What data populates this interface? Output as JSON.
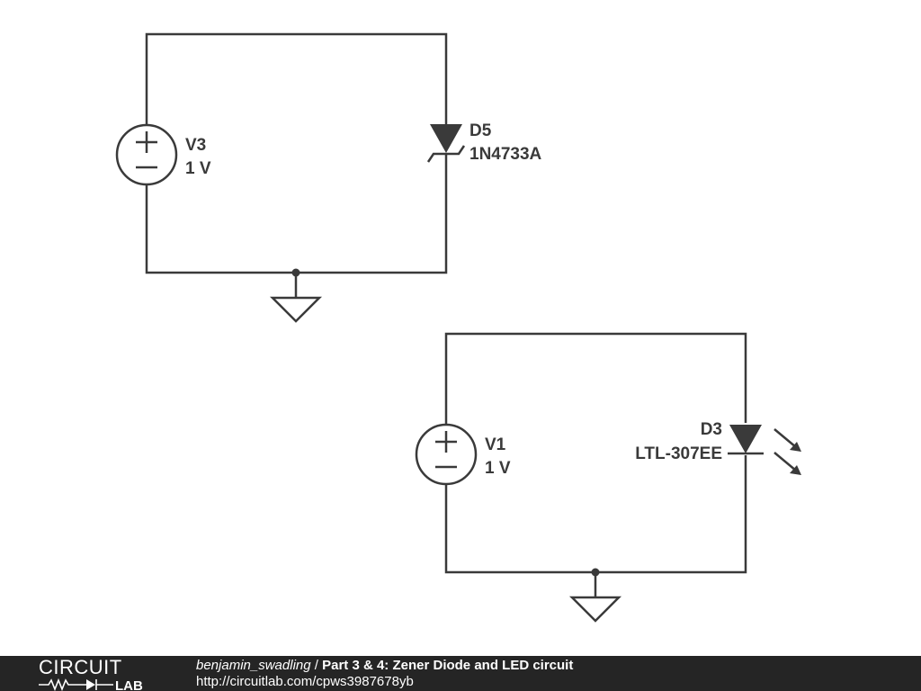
{
  "schematic": {
    "components": [
      {
        "ref": "V3",
        "value": "1 V"
      },
      {
        "ref": "D5",
        "value": "1N4733A"
      },
      {
        "ref": "V1",
        "value": "1 V"
      },
      {
        "ref": "D3",
        "value": "LTL-307EE"
      }
    ],
    "icons": [
      "voltage-source-icon",
      "zener-diode-icon",
      "led-icon",
      "ground-icon"
    ]
  },
  "footer": {
    "logo_top": "CIRCUIT",
    "logo_bottom": "LAB",
    "author": "benjamin_swadling",
    "separator": " / ",
    "title": "Part 3 & 4: Zener Diode and LED circuit",
    "url": "http://circuitlab.com/cpws3987678yb"
  },
  "colors": {
    "ink": "#3a3a3a",
    "footer_bg": "#252525",
    "footer_text": "#ffffff"
  }
}
